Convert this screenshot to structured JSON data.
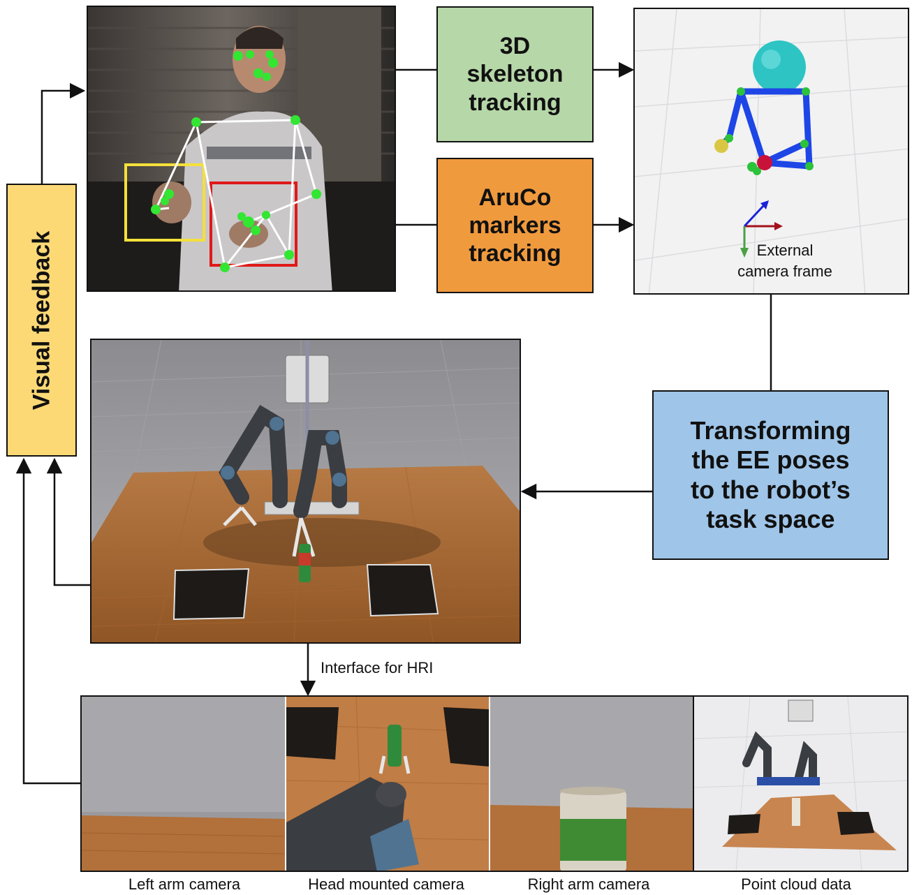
{
  "boxes": {
    "visual_feedback": "Visual feedback",
    "skeleton": [
      "3D",
      "skeleton",
      "tracking"
    ],
    "aruco": [
      "AruCo",
      "markers",
      "tracking"
    ],
    "transform": [
      "Transforming",
      "the EE poses",
      "to the robot’s",
      "task space"
    ]
  },
  "rviz": {
    "frame_label_1": "External",
    "frame_label_2": "camera frame"
  },
  "labels": {
    "interface": "Interface for HRI"
  },
  "cameras": {
    "left": "Left arm camera",
    "head": "Head mounted camera",
    "right": "Right arm camera",
    "cloud": "Point cloud data"
  },
  "colors": {
    "visual_feedback_fill": "#fdd976",
    "skeleton_fill": "#b6d7a8",
    "aruco_fill": "#f09a3e",
    "transform_fill": "#9fc5e8",
    "tracking_box_yellow": "#f4e03a",
    "tracking_box_red": "#e01919",
    "keypoint_green": "#32e632"
  }
}
